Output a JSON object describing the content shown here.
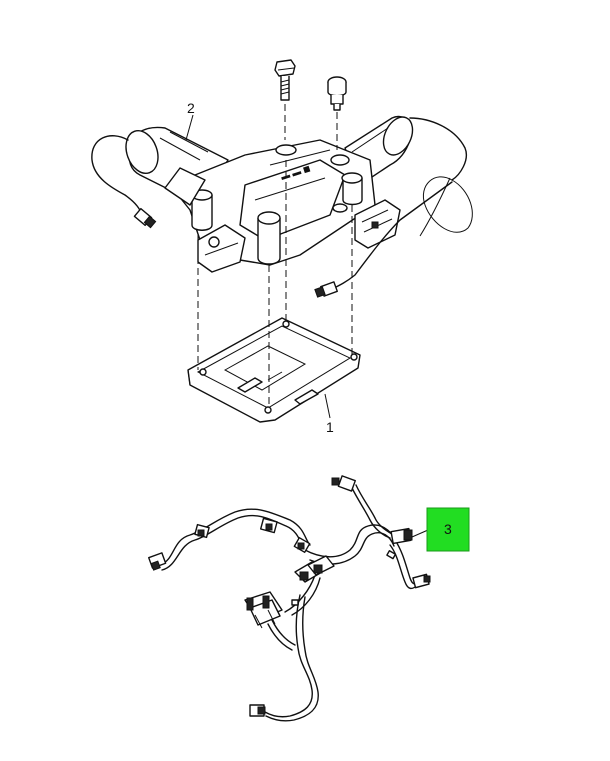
{
  "callouts": {
    "c1": "1",
    "c2": "2",
    "c3": "3"
  },
  "colors": {
    "highlight": "#22dd22",
    "ink": "#111111"
  },
  "icons": [
    "gear-shift-actuator-icon",
    "mounting-plate-icon",
    "wiring-harness-icon",
    "bolt-icon",
    "sensor-icon"
  ]
}
